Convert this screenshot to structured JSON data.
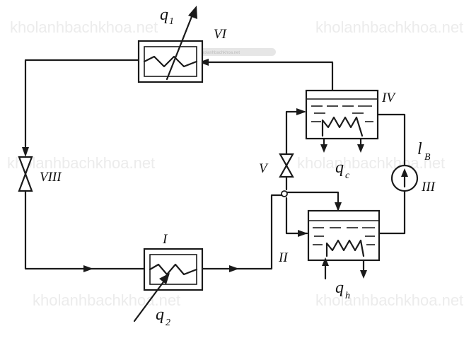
{
  "watermark": {
    "text": "kholanhbachkhoa.net",
    "pill_text": "kholanhbachkhoa.net"
  },
  "labels": {
    "condenser": "I",
    "separator": "VI",
    "tank_top": "IV",
    "valve_right": "V",
    "pump": "III",
    "tank_bottom": "II",
    "valve_left": "VIII"
  },
  "heat_labels": {
    "q1": {
      "main": "q",
      "sub": "1"
    },
    "q2": {
      "main": "q",
      "sub": "2"
    },
    "qc": {
      "main": "q",
      "sub": "c"
    },
    "qh": {
      "main": "q",
      "sub": "h"
    },
    "lB": {
      "main": "l",
      "sub": "B"
    }
  }
}
